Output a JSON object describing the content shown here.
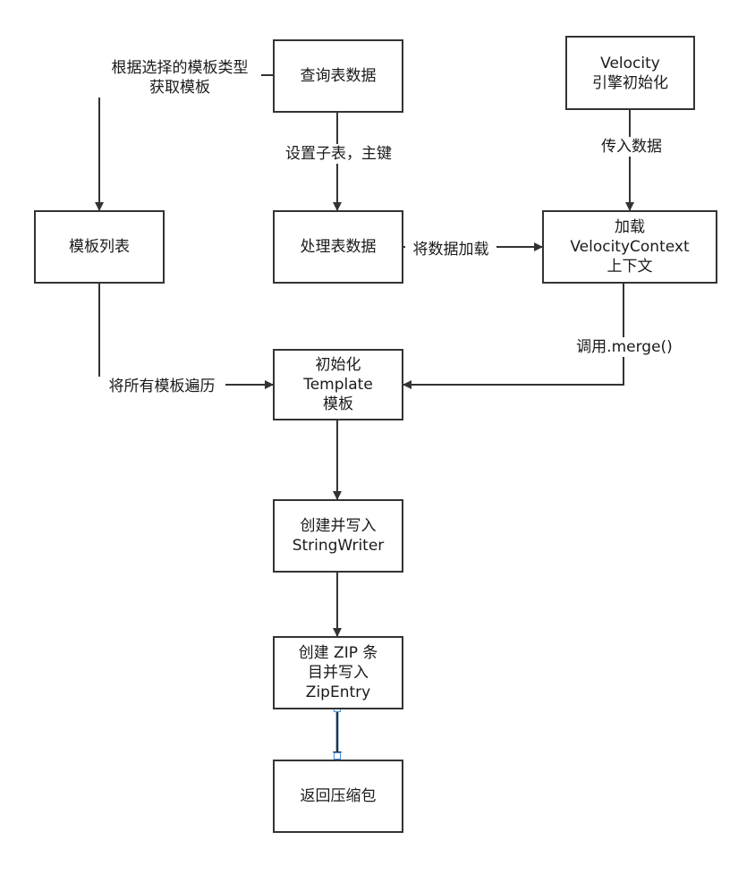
{
  "nodes": {
    "query_table": [
      "查询表数据"
    ],
    "velocity_init": [
      "Velocity",
      "引擎初始化"
    ],
    "template_list": [
      "模板列表"
    ],
    "process_table": [
      "处理表数据"
    ],
    "load_context": [
      "加载",
      "VelocityContext",
      "上下文"
    ],
    "init_template": [
      "初始化",
      "Template",
      "模板"
    ],
    "create_writer": [
      "创建并写入",
      "StringWriter"
    ],
    "create_zip": [
      "创建 ZIP 条",
      "目并写入",
      "ZipEntry"
    ],
    "return_zip": [
      "返回压缩包"
    ]
  },
  "edges": {
    "get_template": [
      "根据选择的模板类型",
      "获取模板"
    ],
    "set_child": [
      "设置子表，主键"
    ],
    "pass_data": [
      "传入数据"
    ],
    "load_data": [
      "将数据加载"
    ],
    "call_merge": [
      "调用.merge()"
    ],
    "iterate_all": [
      "将所有模板遍历"
    ]
  },
  "colors": {
    "stroke": "#333333",
    "selection": "#4a90d9"
  }
}
